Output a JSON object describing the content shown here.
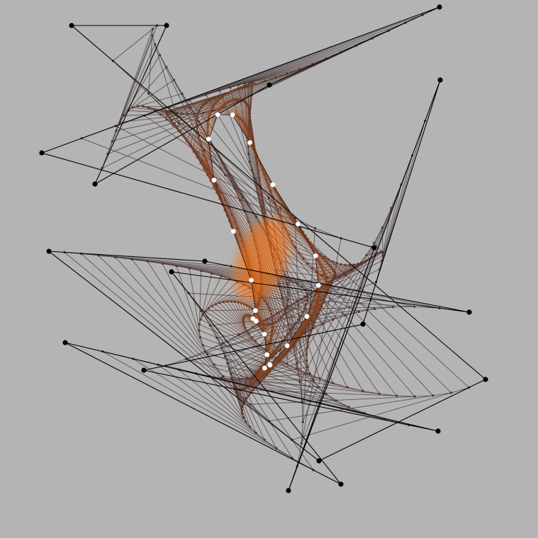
{
  "colors": {
    "background": "#b4b4b4",
    "outer_line": "#000000",
    "inner_line": "#3a2f36",
    "glow": "#ff6a00",
    "inner_dot": "#ffffff"
  },
  "polygon_sides": 20,
  "iterations": 40,
  "interpolation_ratio": 0.1
}
